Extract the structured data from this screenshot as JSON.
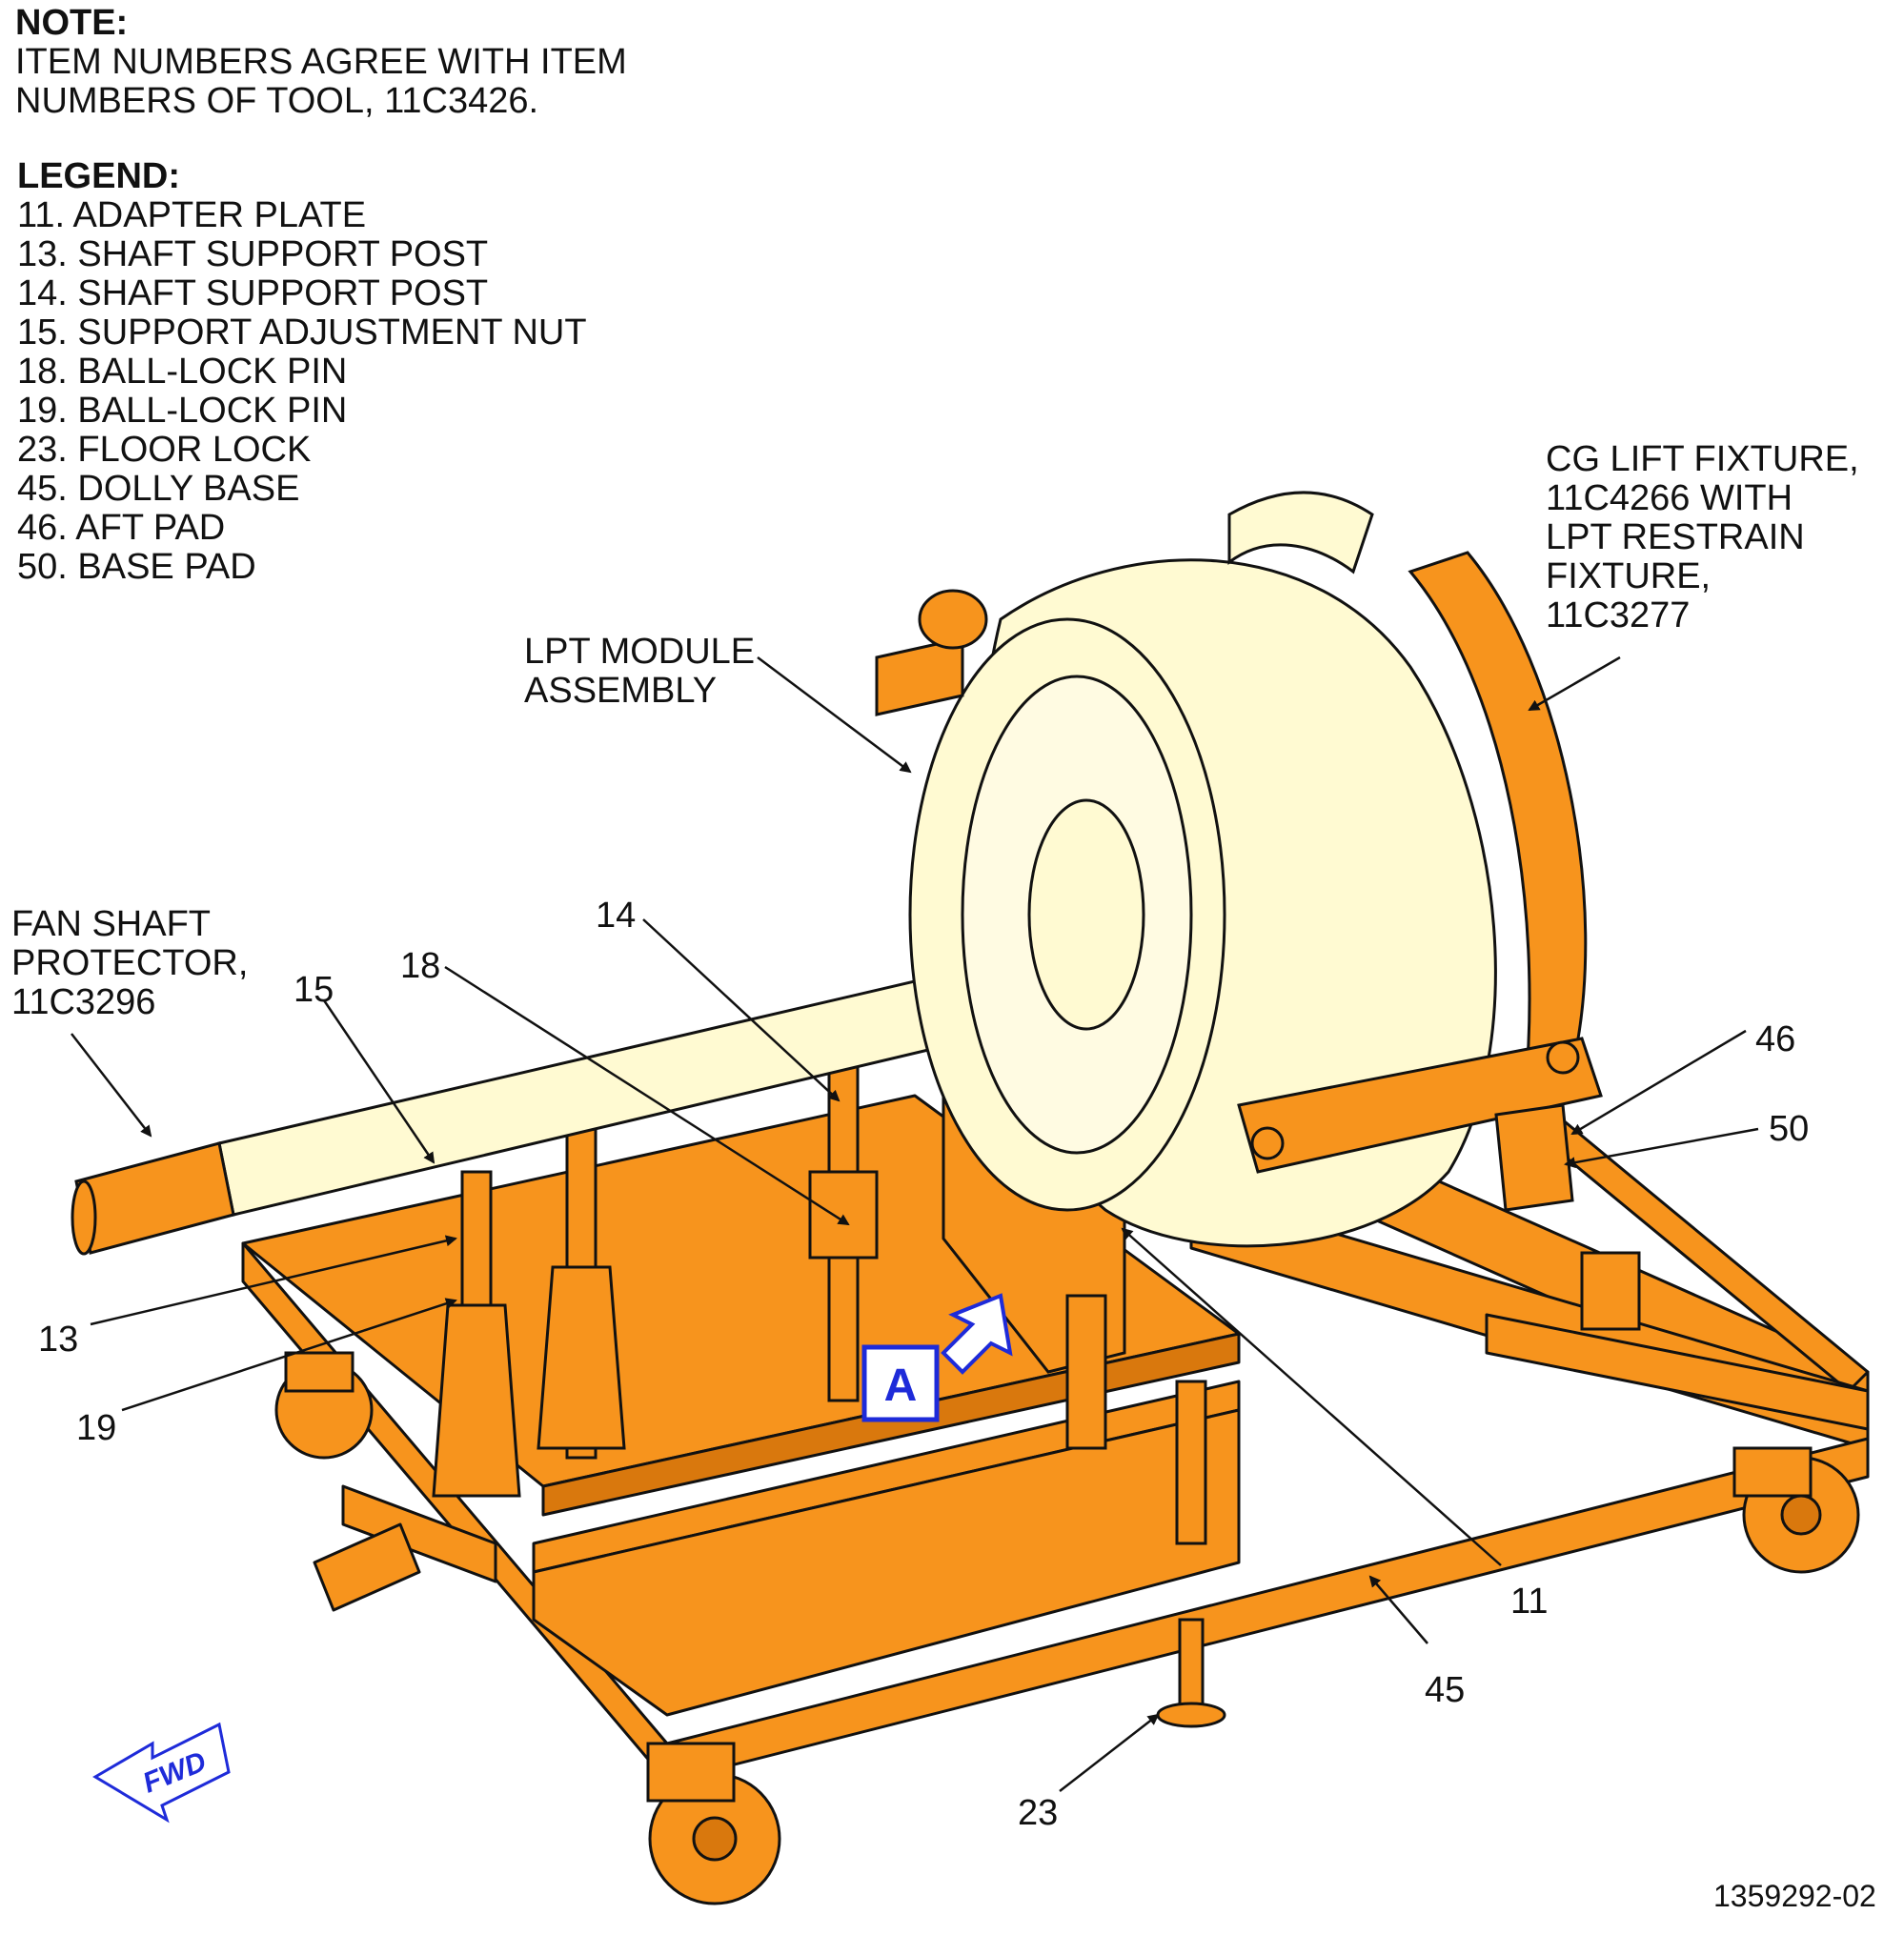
{
  "note": {
    "heading": "NOTE:",
    "lines": [
      "ITEM NUMBERS AGREE WITH ITEM",
      "NUMBERS OF TOOL, 11C3426."
    ]
  },
  "legend": {
    "heading": "LEGEND:",
    "items": [
      "11. ADAPTER PLATE",
      "13. SHAFT SUPPORT POST",
      "14. SHAFT SUPPORT POST",
      "15. SUPPORT ADJUSTMENT NUT",
      "18. BALL-LOCK PIN",
      "19. BALL-LOCK PIN",
      "23. FLOOR LOCK",
      "45. DOLLY BASE",
      "46. AFT PAD",
      "50. BASE PAD"
    ]
  },
  "labels": {
    "cg_lift": [
      "CG LIFT FIXTURE,",
      "11C4266 WITH",
      "LPT RESTRAIN",
      "FIXTURE,",
      "11C3277"
    ],
    "lpt_module": [
      "LPT MODULE",
      "ASSEMBLY"
    ],
    "fan_shaft": [
      "FAN SHAFT",
      "PROTECTOR,",
      "11C3296"
    ]
  },
  "callouts": {
    "c14": "14",
    "c18": "18",
    "c15": "15",
    "c46": "46",
    "c50": "50",
    "c13": "13",
    "c19": "19",
    "c11": "11",
    "c45": "45",
    "c23": "23"
  },
  "view_marker": "A",
  "fwd": "FWD",
  "figure_number": "1359292-02",
  "colors": {
    "fixture_orange": "#F7941D",
    "module_cream": "#FFFAD2",
    "marker_blue": "#1E2BD9",
    "line": "#111111"
  }
}
